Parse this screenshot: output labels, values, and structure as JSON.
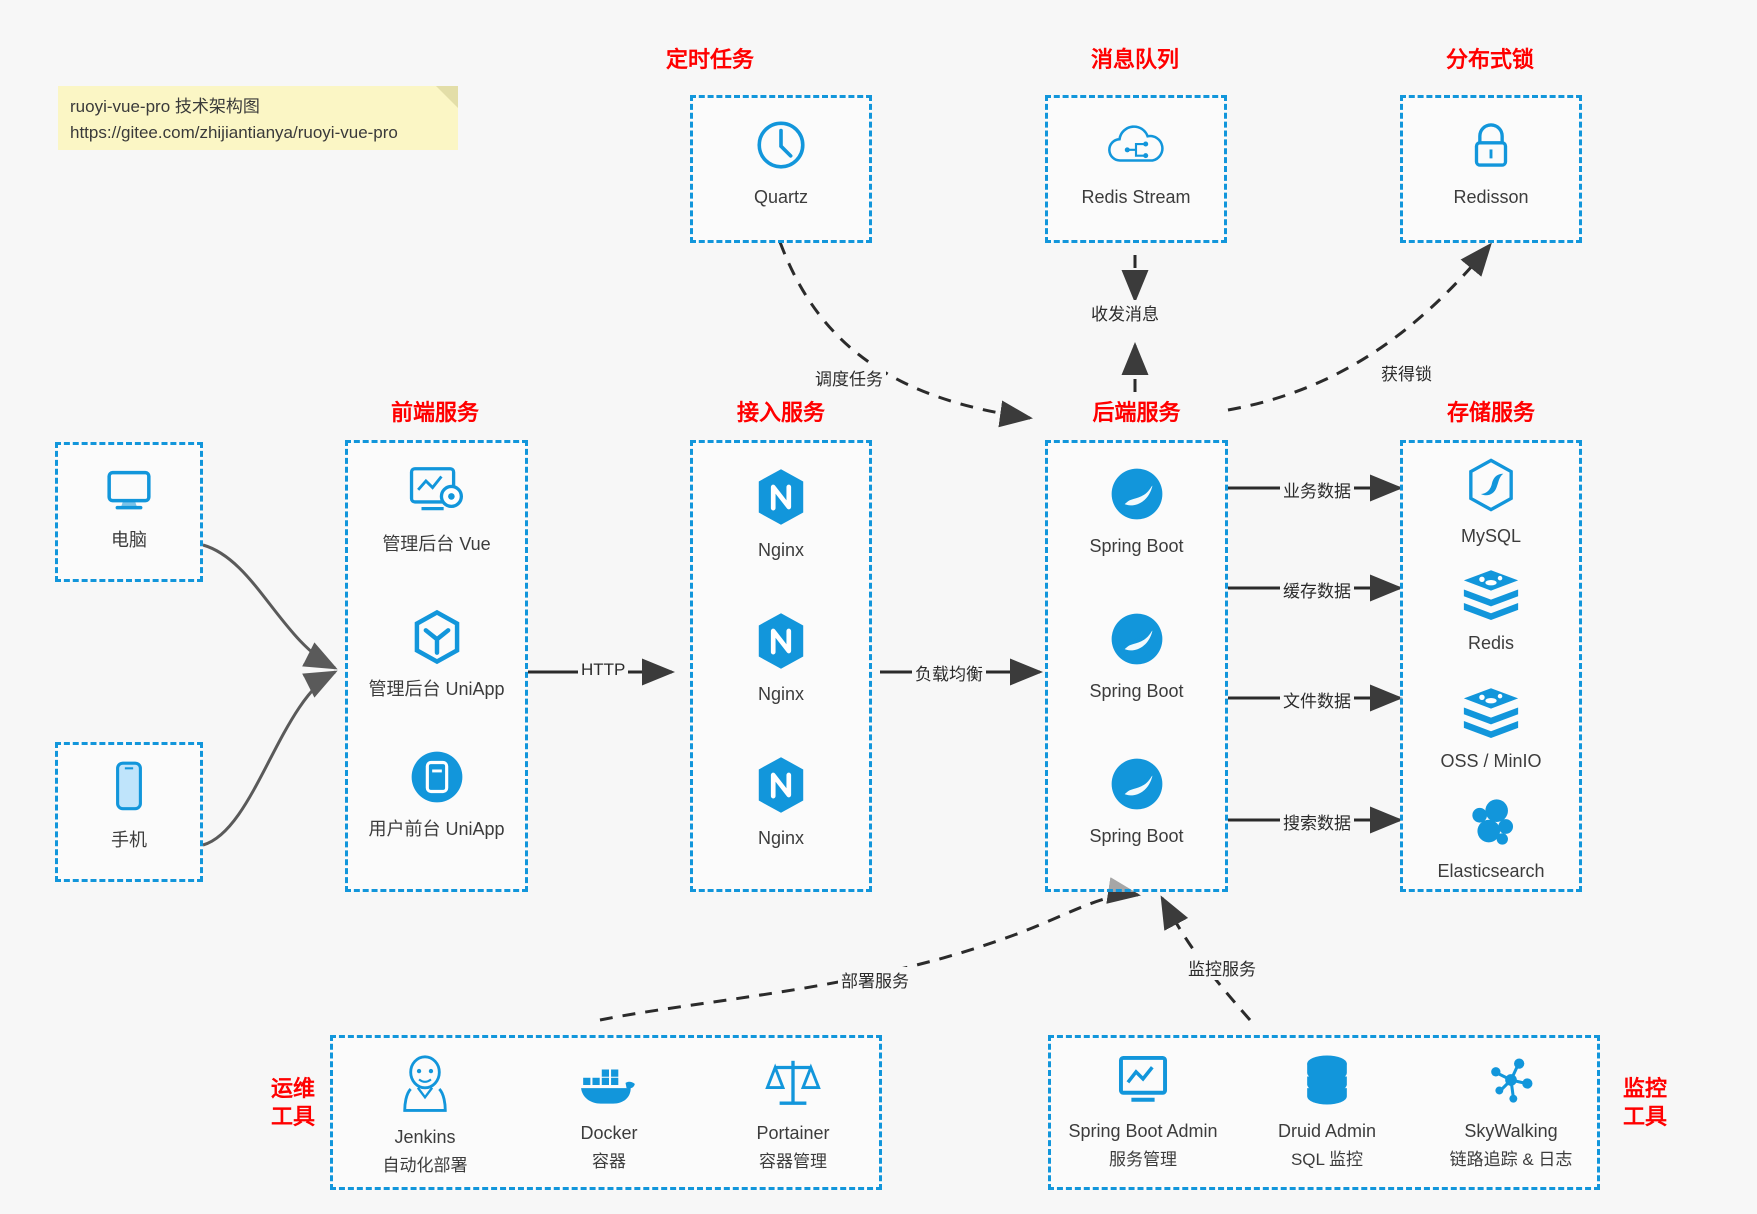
{
  "note": {
    "line1": "ruoyi-vue-pro 技术架构图",
    "line2": "https://gitee.com/zhijiantianya/ruoyi-vue-pro"
  },
  "colors": {
    "border": "#1296db",
    "group_label": "#ff0000",
    "icon": "#1296db",
    "background": "#f7f7f7",
    "note": "#fbf6c5"
  },
  "groups": {
    "scheduler": {
      "label": "定时任务",
      "nodes": [
        {
          "icon": "clock-icon",
          "caption": "Quartz"
        }
      ]
    },
    "mq": {
      "label": "消息队列",
      "nodes": [
        {
          "icon": "cloud-stream-icon",
          "caption": "Redis Stream"
        }
      ]
    },
    "lock": {
      "label": "分布式锁",
      "nodes": [
        {
          "icon": "lock-icon",
          "caption": "Redisson"
        }
      ]
    },
    "client_pc": {
      "nodes": [
        {
          "icon": "monitor-icon",
          "caption": "电脑"
        }
      ]
    },
    "client_mobile": {
      "nodes": [
        {
          "icon": "phone-icon",
          "caption": "手机"
        }
      ]
    },
    "frontend": {
      "label": "前端服务",
      "nodes": [
        {
          "icon": "dashboard-settings-icon",
          "caption": "管理后台 Vue"
        },
        {
          "icon": "cube-icon",
          "caption": "管理后台 UniApp"
        },
        {
          "icon": "app-circle-icon",
          "caption": "用户前台 UniApp"
        }
      ]
    },
    "gateway": {
      "label": "接入服务",
      "nodes": [
        {
          "icon": "nginx-icon",
          "caption": "Nginx"
        },
        {
          "icon": "nginx-icon",
          "caption": "Nginx"
        },
        {
          "icon": "nginx-icon",
          "caption": "Nginx"
        }
      ]
    },
    "backend": {
      "label": "后端服务",
      "nodes": [
        {
          "icon": "spring-boot-icon",
          "caption": "Spring Boot"
        },
        {
          "icon": "spring-boot-icon",
          "caption": "Spring Boot"
        },
        {
          "icon": "spring-boot-icon",
          "caption": "Spring Boot"
        }
      ]
    },
    "storage": {
      "label": "存储服务",
      "nodes": [
        {
          "icon": "mysql-icon",
          "caption": "MySQL"
        },
        {
          "icon": "redis-icon",
          "caption": "Redis"
        },
        {
          "icon": "oss-icon",
          "caption": "OSS / MinIO"
        },
        {
          "icon": "elasticsearch-icon",
          "caption": "Elasticsearch"
        }
      ]
    },
    "devops": {
      "label": "运维\n工具",
      "label_line1": "运维",
      "label_line2": "工具",
      "nodes": [
        {
          "icon": "jenkins-icon",
          "caption": "Jenkins",
          "caption2": "自动化部署"
        },
        {
          "icon": "docker-icon",
          "caption": "Docker",
          "caption2": "容器"
        },
        {
          "icon": "portainer-icon",
          "caption": "Portainer",
          "caption2": "容器管理"
        }
      ]
    },
    "monitor": {
      "label_line1": "监控",
      "label_line2": "工具",
      "nodes": [
        {
          "icon": "monitor-chart-icon",
          "caption": "Spring Boot Admin",
          "caption2": "服务管理"
        },
        {
          "icon": "database-icon",
          "caption": "Druid Admin",
          "caption2": "SQL 监控"
        },
        {
          "icon": "skywalking-icon",
          "caption": "SkyWalking",
          "caption2": "链路追踪 & 日志"
        }
      ]
    }
  },
  "edges": [
    {
      "id": "http",
      "label": "HTTP"
    },
    {
      "id": "lb",
      "label": "负载均衡"
    },
    {
      "id": "schedule",
      "label": "调度任务"
    },
    {
      "id": "mq",
      "label": "收发消息"
    },
    {
      "id": "lock",
      "label": "获得锁"
    },
    {
      "id": "biz",
      "label": "业务数据"
    },
    {
      "id": "cache",
      "label": "缓存数据"
    },
    {
      "id": "file",
      "label": "文件数据"
    },
    {
      "id": "search",
      "label": "搜索数据"
    },
    {
      "id": "deploy",
      "label": "部署服务"
    },
    {
      "id": "observe",
      "label": "监控服务"
    }
  ]
}
